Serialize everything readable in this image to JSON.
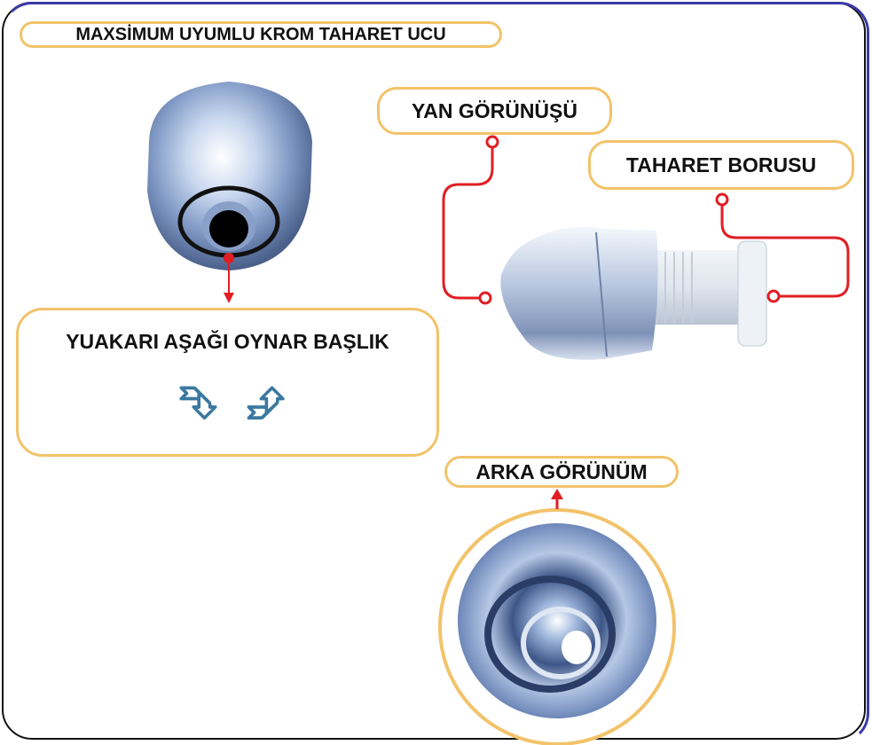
{
  "title": "MAXSİMUM UYUMLU KROM TAHARET UCU",
  "labels": {
    "side_view": "YAN GÖRÜNÜŞÜ",
    "pipe": "TAHARET BORUSU",
    "back_view": "ARKA GÖRÜNÜM",
    "swivel_head": "YUAKARI AŞAĞI OYNAR BAŞLIK"
  },
  "icons": {
    "swivel_up": "up-turn-arrow-icon",
    "swivel_down": "down-turn-arrow-icon"
  },
  "colors": {
    "accent_border": "#f2c36a",
    "leader_line": "#e01e24",
    "chrome": "#9fb4d6"
  }
}
